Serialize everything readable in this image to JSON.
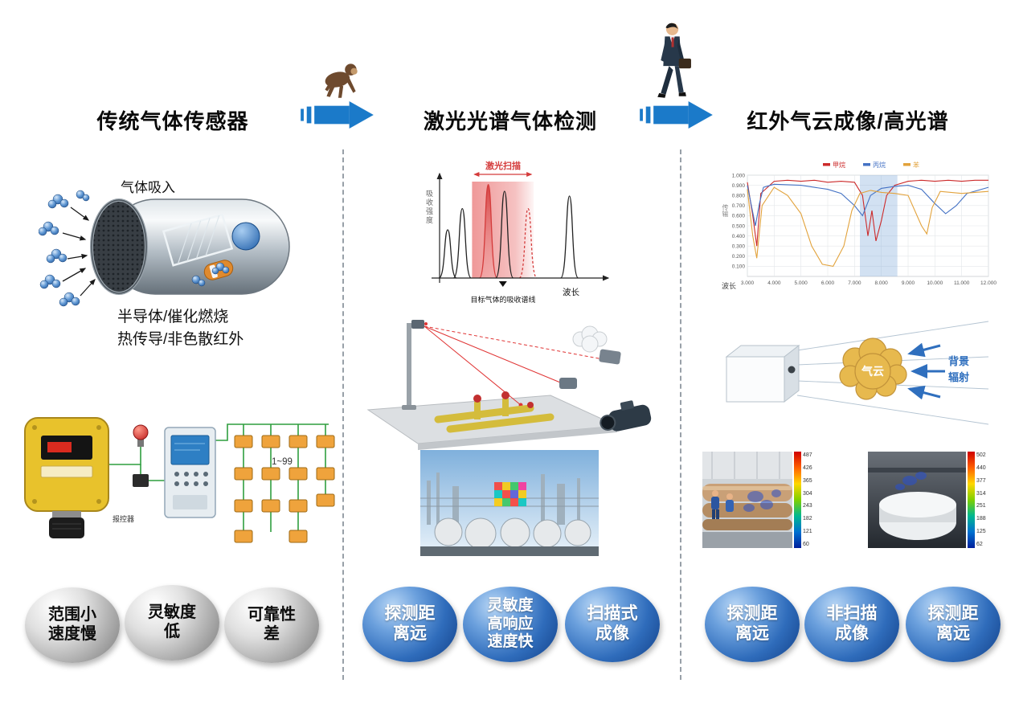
{
  "header": {
    "titles": [
      "传统气体传感器",
      "激光光谱气体检测",
      "红外气云成像/高光谱"
    ],
    "arrow_color": "#1b7ac9",
    "icons": {
      "between_col1_col2": "monkey-walking-icon",
      "between_col2_col3": "businessman-walking-icon",
      "arrow": "right-arrow-icon"
    }
  },
  "col1": {
    "gas_in_label": "气体吸入",
    "tech_lines": "半导体/催化燃烧\n热传导/非色散红外",
    "range_label": "1~99",
    "controller_label": "报控器",
    "badges": [
      {
        "label": "范围小\n速度慢"
      },
      {
        "label": "灵敏度\n低"
      },
      {
        "label": "可靠性\n差"
      }
    ]
  },
  "col2": {
    "badges": [
      {
        "label": "探测距\n离远"
      },
      {
        "label": "灵敏度\n高响应\n速度快"
      },
      {
        "label": "扫描式\n成像"
      }
    ]
  },
  "col3": {
    "cloud_label": "气云",
    "radiation_label": "背景\n辐射",
    "badges": [
      {
        "label": "探测距\n离远"
      },
      {
        "label": "非扫描\n成像"
      },
      {
        "label": "探测距\n离远"
      }
    ]
  },
  "thermal": {
    "left_scale": [
      "487",
      "426",
      "365",
      "304",
      "243",
      "182",
      "121",
      "60"
    ],
    "right_scale": [
      "502",
      "440",
      "377",
      "314",
      "251",
      "188",
      "125",
      "62"
    ]
  },
  "chart_data": [
    {
      "id": "laser-absorption",
      "type": "line",
      "title": "激光扫描",
      "xlabel": "波长",
      "ylabel": "吸收强度",
      "annotation": "目标气体的吸收谱线",
      "band": [
        0.2,
        0.58
      ],
      "peaks": [
        {
          "x": 0.05,
          "height": 0.5,
          "style": "black"
        },
        {
          "x": 0.14,
          "height": 0.72,
          "style": "black"
        },
        {
          "x": 0.3,
          "height": 0.97,
          "style": "red"
        },
        {
          "x": 0.4,
          "height": 0.9,
          "style": "black"
        },
        {
          "x": 0.545,
          "height": 0.72,
          "style": "red-dashed"
        },
        {
          "x": 0.8,
          "height": 0.85,
          "style": "black"
        }
      ]
    },
    {
      "id": "gas-transmittance",
      "type": "line",
      "xlabel": "波长",
      "ylabel": "传输",
      "xlim": [
        3,
        12
      ],
      "ylim": [
        0,
        1
      ],
      "x_ticks": [
        "3.000",
        "4.000",
        "5.000",
        "6.000",
        "7.000",
        "8.000",
        "9.000",
        "10.000",
        "11.000",
        "12.000"
      ],
      "y_ticks": [
        "0.100",
        "0.200",
        "0.300",
        "0.400",
        "0.500",
        "0.600",
        "0.700",
        "0.800",
        "0.900",
        "1.000"
      ],
      "band_x": [
        7.2,
        8.6
      ],
      "legend": [
        {
          "label": "甲烷",
          "color": "#cc2a2a"
        },
        {
          "label": "丙烷",
          "color": "#4472c4"
        },
        {
          "label": "苯",
          "color": "#e2a23b"
        }
      ],
      "series": [
        {
          "name": "甲烷",
          "color": "#cc2a2a",
          "points": [
            [
              3,
              0.93
            ],
            [
              3.2,
              0.6
            ],
            [
              3.35,
              0.3
            ],
            [
              3.5,
              0.82
            ],
            [
              4,
              0.94
            ],
            [
              4.5,
              0.95
            ],
            [
              5,
              0.94
            ],
            [
              5.5,
              0.95
            ],
            [
              6,
              0.93
            ],
            [
              6.5,
              0.94
            ],
            [
              7,
              0.93
            ],
            [
              7.3,
              0.8
            ],
            [
              7.5,
              0.4
            ],
            [
              7.65,
              0.65
            ],
            [
              7.8,
              0.35
            ],
            [
              8,
              0.55
            ],
            [
              8.2,
              0.8
            ],
            [
              8.5,
              0.9
            ],
            [
              9,
              0.94
            ],
            [
              9.5,
              0.95
            ],
            [
              10,
              0.94
            ],
            [
              10.5,
              0.95
            ],
            [
              11,
              0.94
            ],
            [
              11.5,
              0.95
            ],
            [
              12,
              0.95
            ]
          ]
        },
        {
          "name": "丙烷",
          "color": "#4472c4",
          "points": [
            [
              3,
              0.9
            ],
            [
              3.3,
              0.5
            ],
            [
              3.45,
              0.72
            ],
            [
              3.6,
              0.88
            ],
            [
              4,
              0.91
            ],
            [
              5,
              0.9
            ],
            [
              5.5,
              0.88
            ],
            [
              6,
              0.86
            ],
            [
              6.5,
              0.82
            ],
            [
              7,
              0.7
            ],
            [
              7.3,
              0.6
            ],
            [
              7.6,
              0.8
            ],
            [
              8,
              0.87
            ],
            [
              8.5,
              0.89
            ],
            [
              9,
              0.9
            ],
            [
              9.5,
              0.86
            ],
            [
              10,
              0.72
            ],
            [
              10.4,
              0.62
            ],
            [
              10.8,
              0.7
            ],
            [
              11.2,
              0.82
            ],
            [
              12,
              0.88
            ]
          ]
        },
        {
          "name": "苯",
          "color": "#e2a23b",
          "points": [
            [
              3,
              0.86
            ],
            [
              3.2,
              0.4
            ],
            [
              3.35,
              0.18
            ],
            [
              3.55,
              0.7
            ],
            [
              4,
              0.88
            ],
            [
              4.5,
              0.8
            ],
            [
              5,
              0.62
            ],
            [
              5.4,
              0.3
            ],
            [
              5.8,
              0.12
            ],
            [
              6.2,
              0.1
            ],
            [
              6.6,
              0.3
            ],
            [
              6.9,
              0.65
            ],
            [
              7.2,
              0.82
            ],
            [
              7.6,
              0.85
            ],
            [
              8,
              0.83
            ],
            [
              8.5,
              0.82
            ],
            [
              9,
              0.8
            ],
            [
              9.5,
              0.5
            ],
            [
              9.7,
              0.42
            ],
            [
              9.9,
              0.68
            ],
            [
              10.2,
              0.84
            ],
            [
              11,
              0.82
            ],
            [
              12,
              0.84
            ]
          ]
        }
      ]
    }
  ]
}
